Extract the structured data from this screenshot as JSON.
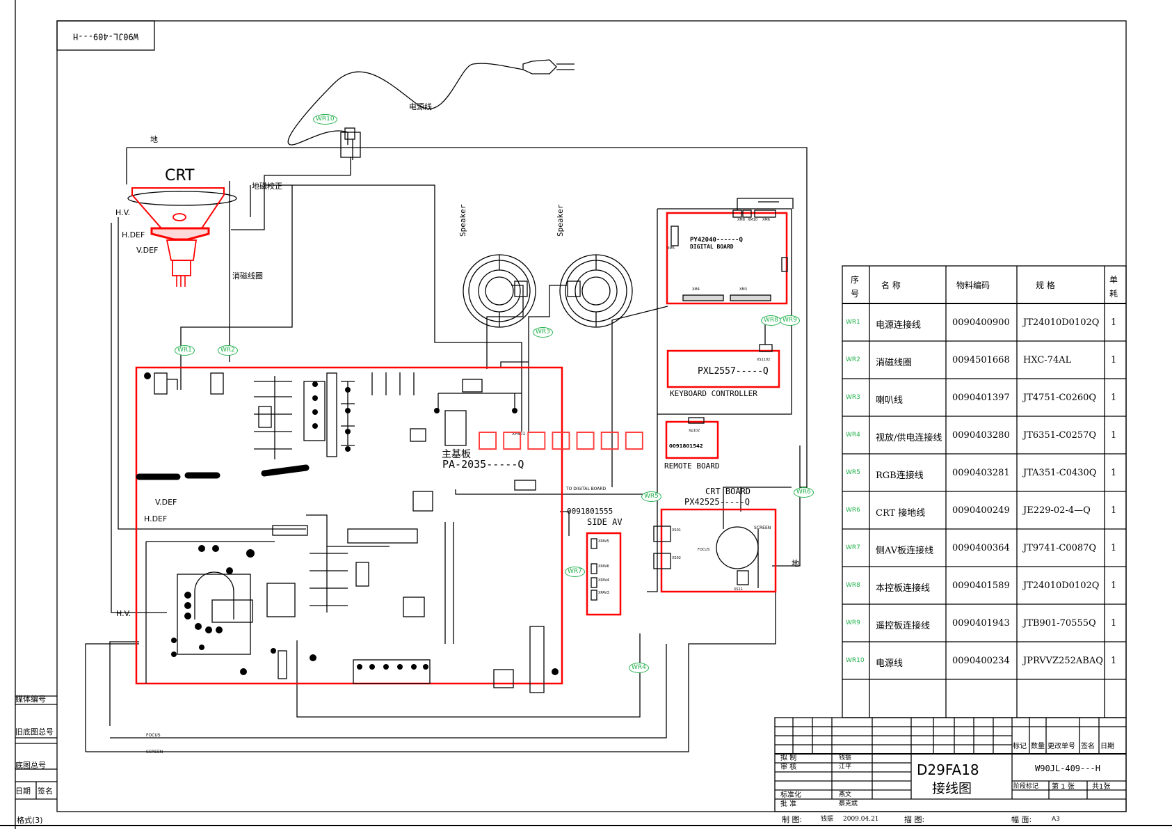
{
  "drawing": {
    "code_box": "W90JL-409---H",
    "model": "D29FA18",
    "title": "接线图",
    "drawing_no": "W90JL-409---H",
    "sheet_text": "第 1 张",
    "total_sheets": "共1张",
    "stage_label": "阶段标记",
    "format_label": "格式(3)",
    "size_label": "幅 面:",
    "size_value": "A3",
    "drawn_label": "制 图:",
    "drawn_name": "钱振",
    "drawn_date": "2009.04.21",
    "traced_label": "描 图:",
    "sig_rows": [
      {
        "role": "拟 制",
        "name": "钱振"
      },
      {
        "role": "审 核",
        "name": "江平"
      },
      {
        "role": "标准化",
        "name": "燕文"
      },
      {
        "role": "批 准",
        "name": "蔡克斌"
      }
    ],
    "revision_headers": [
      "标记",
      "数量",
      "更改单号",
      "签名",
      "日期"
    ],
    "side_labels": [
      "媒体编号",
      "旧底图总号",
      "底图总号",
      "日期",
      "签名"
    ]
  },
  "diagram": {
    "crt": "CRT",
    "hv": "H.V.",
    "hdef": "H.DEF",
    "vdef": "V.DEF",
    "degauss_coil": "消磁线圈",
    "ground": "地",
    "ground_correction": "地磁校正",
    "power_cord": "电源线",
    "speaker": "Speaker",
    "main_board_cn": "主基板",
    "main_board_code": "PA-2035-----Q",
    "digital_board_code": "PY42040------Q",
    "digital_board_name": "DIGITAL BOARD",
    "keyboard_code": "PXL2557-----Q",
    "keyboard_name": "KEYBOARD CONTROLLER",
    "remote_code": "0091801542",
    "remote_name": "REMOTE BOARD",
    "crt_board_name": "CRT BOARD",
    "crt_board_code": "PX42525-----Q",
    "side_av_code": "0091801555",
    "side_av_name": "SIDE AV",
    "to_digital": "TO DIGITAL BOARD",
    "focus": "FOCUS",
    "screen": "SCREEN",
    "watermark": "□□□□□□□",
    "connectors": {
      "xm5": "XM5",
      "xm8": "XM8",
      "xm10": "XM10",
      "xm6": "XM6",
      "xm4": "XM4",
      "xm3": "XM3",
      "xs1102": "XS1102",
      "xp102": "Xp102",
      "xp801": "XP801",
      "xs01": "XS01",
      "xs02": "XS02",
      "xs11": "XS11",
      "xpav5": "XPAV5",
      "xpav6": "XPAV6",
      "xpav4": "XPAV4",
      "xpav3": "XPAV3"
    },
    "wire_tags": {
      "wr1": "WR1",
      "wr2": "WR2",
      "wr3": "WR3",
      "wr4": "WR4",
      "wr5": "WR5",
      "wr6": "WR6",
      "wr7": "WR7",
      "wr8": "WR8",
      "wr9": "WR9",
      "wr10": "WR10"
    }
  },
  "parts_table": {
    "headers": {
      "seq": "序号",
      "name": "名 称",
      "code": "物料编码",
      "spec": "规 格",
      "qty": "单耗"
    },
    "rows": [
      {
        "id": "WR1",
        "name": "电源连接线",
        "code": "0090400900",
        "spec": "JT24010D0102Q",
        "qty": "1"
      },
      {
        "id": "WR2",
        "name": "消磁线圈",
        "code": "0094501668",
        "spec": "HXC-74AL",
        "qty": "1"
      },
      {
        "id": "WR3",
        "name": "喇叭线",
        "code": "0090401397",
        "spec": "JT4751-C0260Q",
        "qty": "1"
      },
      {
        "id": "WR4",
        "name": "视放/供电连接线",
        "code": "0090403280",
        "spec": "JT6351-C0257Q",
        "qty": "1"
      },
      {
        "id": "WR5",
        "name": "RGB连接线",
        "code": "0090403281",
        "spec": "JTA351-C0430Q",
        "qty": "1"
      },
      {
        "id": "WR6",
        "name": "CRT 接地线",
        "code": "0090400249",
        "spec": "JE229-02-4—Q",
        "qty": "1"
      },
      {
        "id": "WR7",
        "name": "侧AV板连接线",
        "code": "0090400364",
        "spec": "JT9741-C0087Q",
        "qty": "1"
      },
      {
        "id": "WR8",
        "name": "本控板连接线",
        "code": "0090401589",
        "spec": "JT24010D0102Q",
        "qty": "1"
      },
      {
        "id": "WR9",
        "name": "遥控板连接线",
        "code": "0090401943",
        "spec": "JTB901-70555Q",
        "qty": "1"
      },
      {
        "id": "WR10",
        "name": "电源线",
        "code": "0090400234",
        "spec": "JPRVVZ252ABAQ",
        "qty": "1"
      }
    ]
  }
}
